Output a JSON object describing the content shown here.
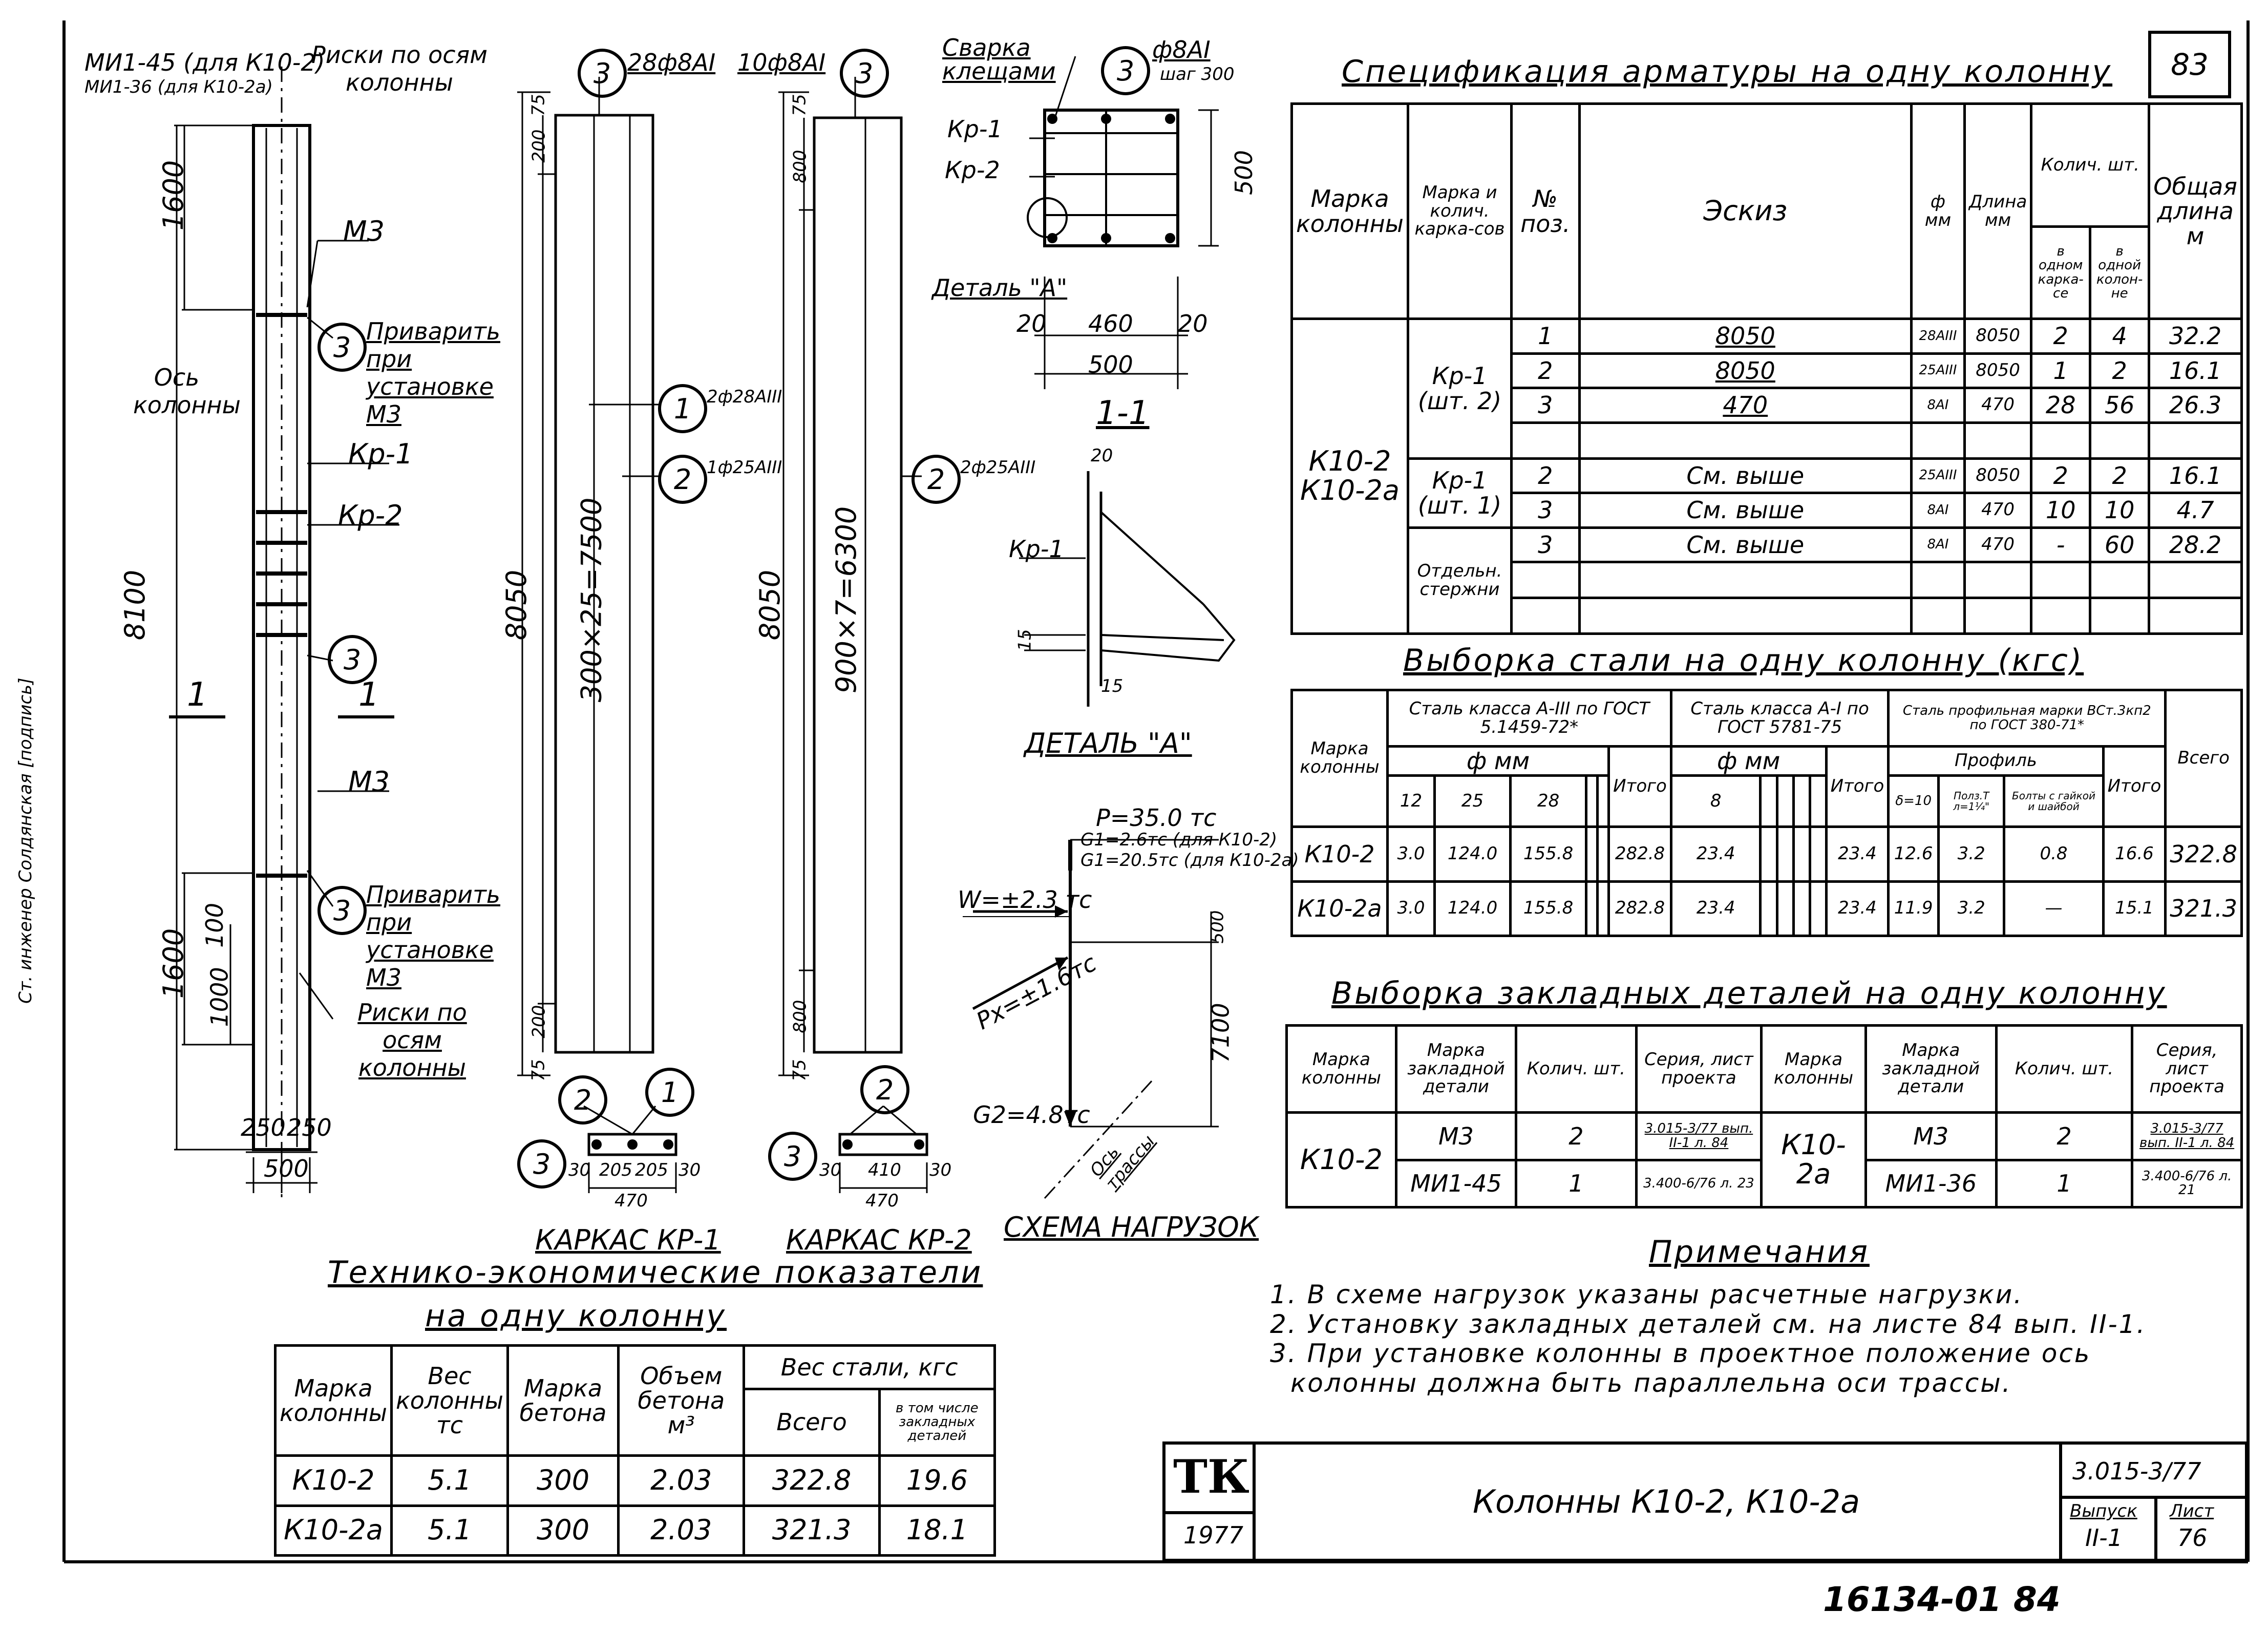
{
  "sheet": {
    "page_number": "83",
    "bottom_code": "16134-01  84",
    "side_label": "Ст. инженер  Солдянская  [подпись]"
  },
  "column_drawing": {
    "top_note_1": "МИ1-45 (для К10-2)",
    "top_note_2": "МИ1-36 (для К10-2а)",
    "risks_top": "Риски по осям колонны",
    "m3_top": "М3",
    "weld_note_top": "Приварить при установке М3",
    "axis_label": "Ось колонны",
    "kr1": "Кр-1",
    "kr2": "Кр-2",
    "m3_bottom": "М3",
    "weld_note_bottom": "Приварить при установке М3",
    "risks_bottom": "Риски по осям колонны",
    "dim_1600_top": "1600",
    "dim_8100": "8100",
    "dim_1600_bottom": "1600",
    "dim_100": "100",
    "dim_1000": "1000",
    "dim_250a": "250",
    "dim_250b": "250",
    "dim_500": "500",
    "section_1a": "1",
    "section_1b": "1",
    "pos3": "3"
  },
  "cage_kr1": {
    "bars_label": "28ф8АI",
    "pos_top": "3",
    "dim_75": "75",
    "dim_200_top": "200",
    "dim_8050": "8050",
    "dim_spacing": "300×25=7500",
    "dim_200_bottom": "200",
    "dim_75_bottom": "75",
    "callout_1": "1",
    "callout_1_label": "2ф28АIII",
    "callout_2": "2",
    "callout_2_label": "1ф25АIII",
    "sec_2": "2",
    "sec_1": "1",
    "sec_3": "3",
    "sec_dims": [
      "30",
      "205",
      "205",
      "30"
    ],
    "sec_470": "470",
    "caption": "КАРКАС КР-1"
  },
  "cage_kr2": {
    "bars_label": "10ф8АI",
    "pos_top": "3",
    "dim_75": "75",
    "dim_800_top": "800",
    "dim_8050": "8050",
    "dim_spacing": "900×7=6300",
    "dim_800_bottom": "800",
    "dim_75_bottom": "75",
    "callout_2": "2",
    "callout_2_label": "2ф25АIII",
    "sec_2": "2",
    "sec_3": "3",
    "sec_dims": [
      "30",
      "410",
      "30"
    ],
    "sec_470": "470",
    "caption": "КАРКАС КР-2"
  },
  "section_detail": {
    "weld_label": "Сварка клещами",
    "pos3": "3",
    "bar_label": "ф8АI",
    "step_label": "шаг 300",
    "kr1": "Кр-1",
    "kr2": "Кр-2",
    "detail_ref": "Деталь \"А\"",
    "dim_500_side": "500",
    "dim_20a": "20",
    "dim_460": "460",
    "dim_20b": "20",
    "dim_500_bottom": "500",
    "caption": "1-1",
    "detail_dim_20": "20",
    "detail_kr1": "Кр-1",
    "detail_15a": "15",
    "detail_15b": "15",
    "detail_caption": "ДЕТАЛЬ \"А\""
  },
  "load_scheme": {
    "p_label": "P=35.0 тс",
    "g1a": "G1=2.6тс (для К10-2)",
    "g1b": "G1=20.5тс (для К10-2а)",
    "w_label": "W=±2.3 тс",
    "px_label": "Px=±1.6тс",
    "g2_label": "G2=4.8тс",
    "axis_label": "Ось трассы",
    "dim_500": "500",
    "dim_7100": "7100",
    "caption": "СХЕМА НАГРУЗОК"
  },
  "spec_table": {
    "title": "Спецификация арматуры на одну колонну",
    "headers": {
      "mark": "Марка колонны",
      "cage": "Марка и колич. карка-сов",
      "pos": "№ поз.",
      "sketch": "Эскиз",
      "dia": "ф мм",
      "length": "Длина мм",
      "qty": "Колич. шт.",
      "qty_cage": "в одном карка-се",
      "qty_col": "в одной колон-не",
      "total": "Общая длина м"
    },
    "mark": "К10-2 К10-2а",
    "groups": [
      {
        "cage": "Кр-1 (шт. 2)",
        "rows": [
          {
            "pos": "1",
            "sketch": "8050",
            "dia": "28АIII",
            "len": "8050",
            "q1": "2",
            "q2": "4",
            "total": "32.2"
          },
          {
            "pos": "2",
            "sketch": "8050",
            "dia": "25АIII",
            "len": "8050",
            "q1": "1",
            "q2": "2",
            "total": "16.1"
          },
          {
            "pos": "3",
            "sketch": "470",
            "dia": "8АI",
            "len": "470",
            "q1": "28",
            "q2": "56",
            "total": "26.3"
          }
        ]
      },
      {
        "cage": "Кр-1 (шт. 1)",
        "rows": [
          {
            "pos": "2",
            "sketch": "См. выше",
            "dia": "25АIII",
            "len": "8050",
            "q1": "2",
            "q2": "2",
            "total": "16.1"
          },
          {
            "pos": "3",
            "sketch": "См. выше",
            "dia": "8АI",
            "len": "470",
            "q1": "10",
            "q2": "10",
            "total": "4.7"
          }
        ]
      },
      {
        "cage": "Отдельн. стержни",
        "rows": [
          {
            "pos": "3",
            "sketch": "См. выше",
            "dia": "8АI",
            "len": "470",
            "q1": "-",
            "q2": "60",
            "total": "28.2"
          }
        ]
      }
    ]
  },
  "steel_table": {
    "title": "Выборка стали на одну колонну (кгс)",
    "h_mark": "Марка колонны",
    "h_a3": "Сталь класса А-III по ГОСТ 5.1459-72*",
    "h_a1": "Сталь класса А-I по ГОСТ 5781-75",
    "h_prof": "Сталь профильная марки ВСт.3кп2 по ГОСТ 380-71*",
    "h_dia": "ф мм",
    "h_dia2": "ф мм",
    "h_profile": "Профиль",
    "h_total": "Итого",
    "h_total2": "Итого",
    "h_total3": "Итого",
    "h_all": "Всего",
    "h_cols": [
      "12",
      "25",
      "28",
      "",
      "",
      "8",
      "",
      "",
      "",
      "",
      "δ=10",
      "Полз.Т л=1¼\"",
      "Болты с гайкой и шайбой"
    ],
    "rows": [
      {
        "mark": "К10-2",
        "c12": "3.0",
        "c25": "124.0",
        "c28": "155.8",
        "t1": "282.8",
        "c8": "23.4",
        "t2": "23.4",
        "d10": "12.6",
        "pt": "3.2",
        "bolt": "0.8",
        "t3": "16.6",
        "all": "322.8"
      },
      {
        "mark": "К10-2а",
        "c12": "3.0",
        "c25": "124.0",
        "c28": "155.8",
        "t1": "282.8",
        "c8": "23.4",
        "t2": "23.4",
        "d10": "11.9",
        "pt": "3.2",
        "bolt": "—",
        "t3": "15.1",
        "all": "321.3"
      }
    ]
  },
  "embed_table": {
    "title": "Выборка закладных деталей на одну колонну",
    "h_mark": "Марка колонны",
    "h_emb": "Марка закладной детали",
    "h_qty": "Колич. шт.",
    "h_series": "Серия, лист проекта",
    "left": {
      "mark": "К10-2",
      "rows": [
        {
          "emb": "М3",
          "qty": "2",
          "series": "3.015-3/77 вып. II-1 л. 84"
        },
        {
          "emb": "МИ1-45",
          "qty": "1",
          "series": "3.400-6/76 л. 23"
        }
      ]
    },
    "right": {
      "mark": "К10-2а",
      "rows": [
        {
          "emb": "М3",
          "qty": "2",
          "series": "3.015-3/77 вып. II-1 л. 84"
        },
        {
          "emb": "МИ1-36",
          "qty": "1",
          "series": "3.400-6/76 л. 21"
        }
      ]
    }
  },
  "notes": {
    "title": "Примечания",
    "items": [
      "1. В схеме нагрузок указаны расчетные нагрузки.",
      "2. Установку закладных деталей см. на листе 84 вып. II-1.",
      "3. При установке колонны в проектное положение ось",
      "колонны должна быть параллельна оси трассы."
    ]
  },
  "tech_table": {
    "title_1": "Технико-экономические показатели",
    "title_2": "на одну колонну",
    "h_mark": "Марка колонны",
    "h_weight": "Вес колонны тс",
    "h_concrete": "Марка бетона",
    "h_volume": "Объем бетона м³",
    "h_steel": "Вес стали, кгс",
    "h_all": "Всего",
    "h_incl": "в том числе закладных деталей",
    "rows": [
      {
        "mark": "К10-2",
        "weight": "5.1",
        "concrete": "300",
        "volume": "2.03",
        "all": "322.8",
        "incl": "19.6"
      },
      {
        "mark": "К10-2а",
        "weight": "5.1",
        "concrete": "300",
        "volume": "2.03",
        "all": "321.3",
        "incl": "18.1"
      }
    ]
  },
  "title_block": {
    "logo": "ТК",
    "year": "1977",
    "name": "Колонны К10-2, К10-2а",
    "code": "3.015-3/77",
    "issue_label": "Выпуск",
    "issue": "II-1",
    "sheet_label": "Лист",
    "sheet": "76"
  }
}
